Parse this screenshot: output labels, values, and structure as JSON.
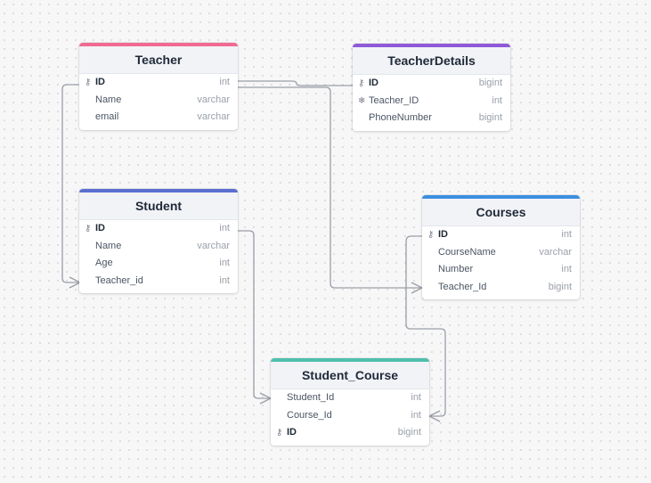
{
  "tables": {
    "teacher": {
      "title": "Teacher",
      "color": "#f06a92",
      "fields": [
        {
          "name": "ID",
          "type": "int",
          "pk": true
        },
        {
          "name": "Name",
          "type": "varchar"
        },
        {
          "name": "email",
          "type": "varchar"
        }
      ]
    },
    "teacherdetails": {
      "title": "TeacherDetails",
      "color": "#8e5ad8",
      "fields": [
        {
          "name": "ID",
          "type": "bigint",
          "pk": true
        },
        {
          "name": "Teacher_ID",
          "type": "int",
          "icon": "snowflake"
        },
        {
          "name": "PhoneNumber",
          "type": "bigint"
        }
      ]
    },
    "student": {
      "title": "Student",
      "color": "#5b6fd0",
      "fields": [
        {
          "name": "ID",
          "type": "int",
          "pk": true
        },
        {
          "name": "Name",
          "type": "varchar"
        },
        {
          "name": "Age",
          "type": "int"
        },
        {
          "name": "Teacher_id",
          "type": "int"
        }
      ]
    },
    "courses": {
      "title": "Courses",
      "color": "#3a8ee0",
      "fields": [
        {
          "name": "ID",
          "type": "int",
          "pk": true
        },
        {
          "name": "CourseName",
          "type": "varchar"
        },
        {
          "name": "Number",
          "type": "int"
        },
        {
          "name": "Teacher_Id",
          "type": "bigint"
        }
      ]
    },
    "student_course": {
      "title": "Student_Course",
      "color": "#4fbfae",
      "fields": [
        {
          "name": "Student_Id",
          "type": "int"
        },
        {
          "name": "Course_Id",
          "type": "int"
        },
        {
          "name": "ID",
          "type": "bigint",
          "pk": true
        }
      ]
    }
  },
  "icons": {
    "pk": "key-icon",
    "snowflake": "snowflake-icon"
  }
}
